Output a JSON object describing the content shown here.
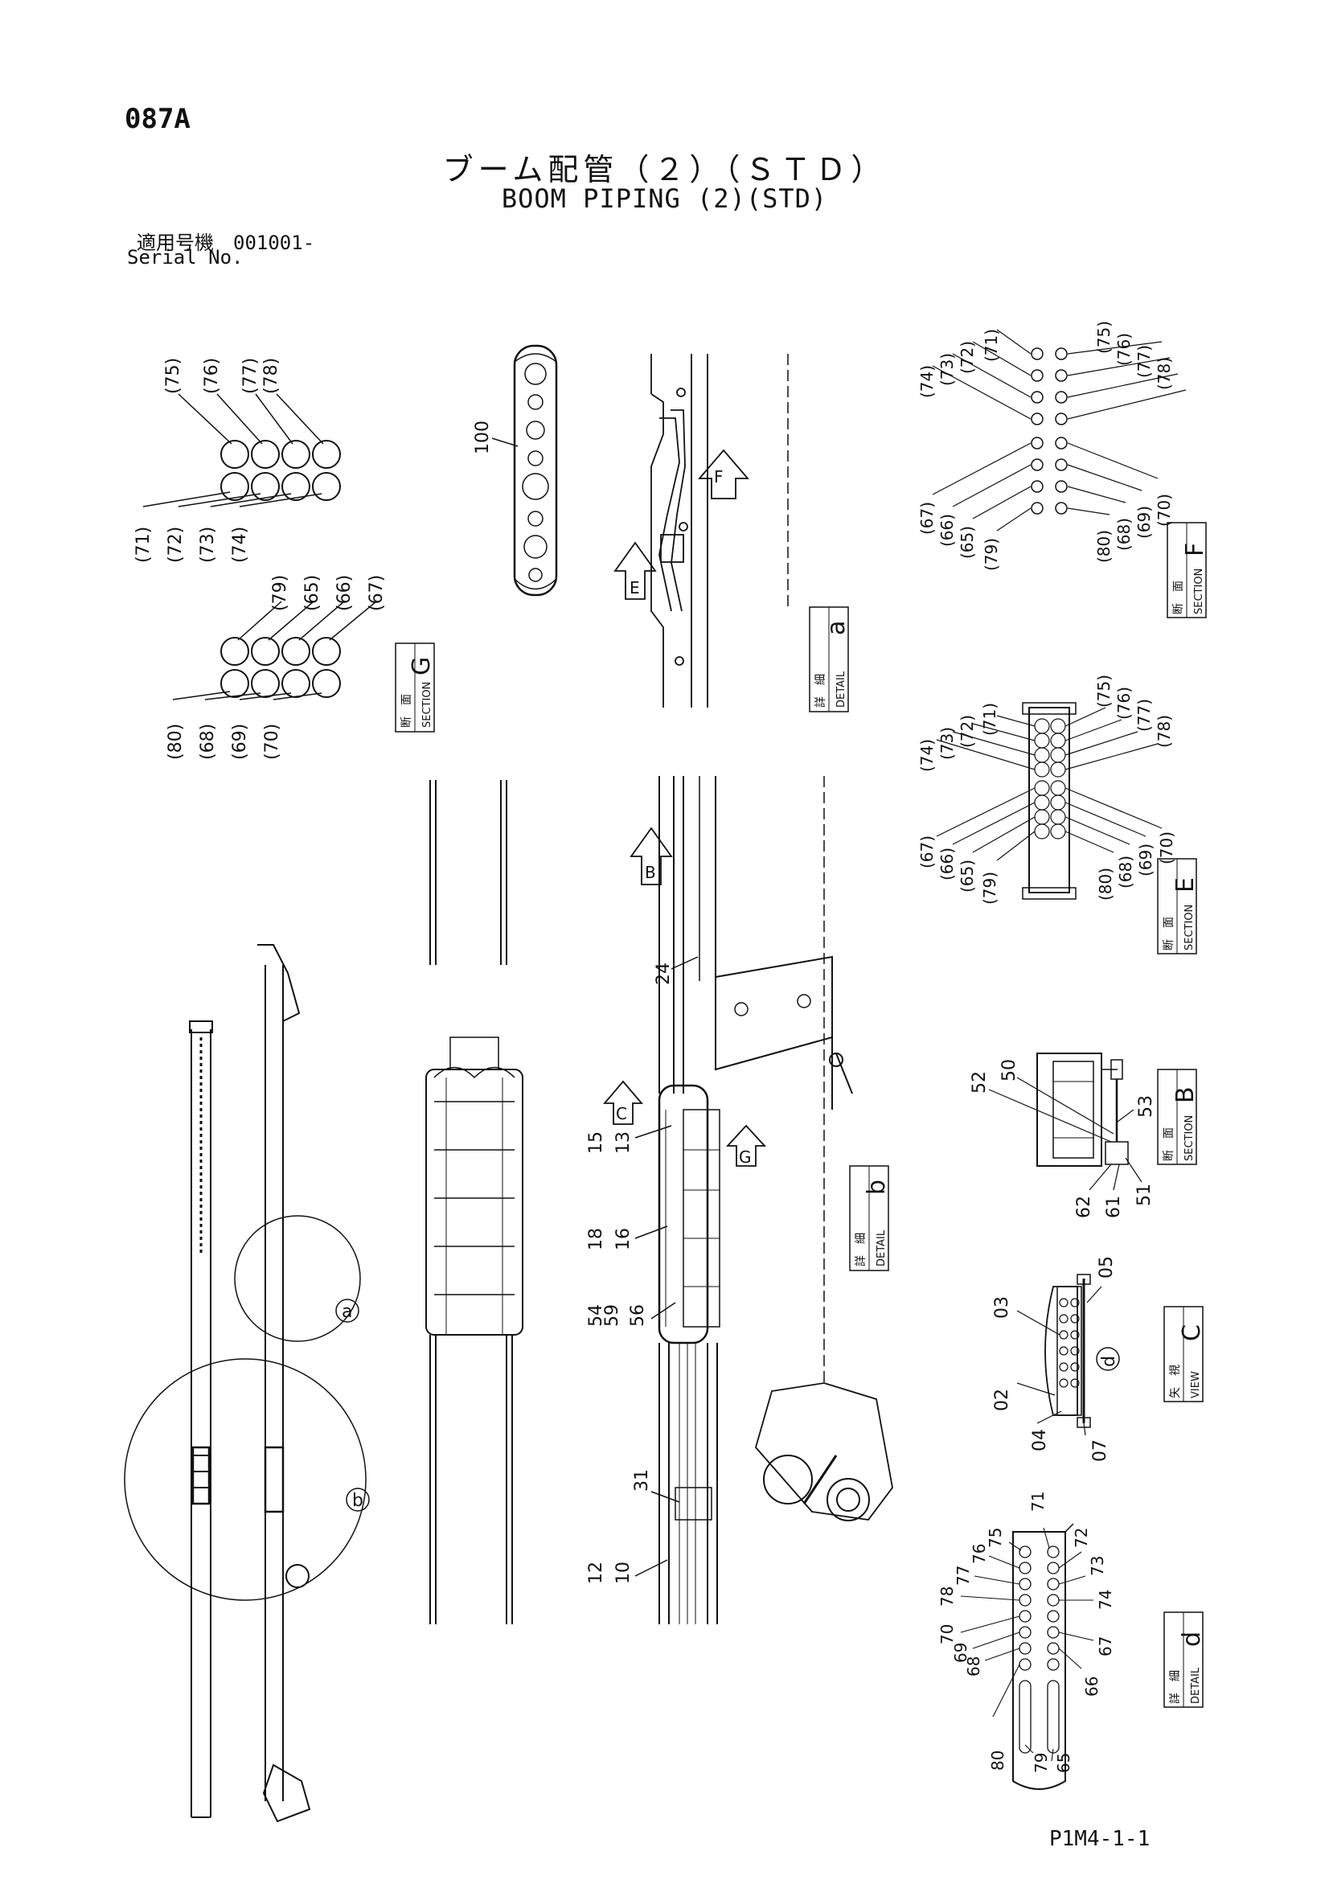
{
  "header": {
    "page_code": "087A",
    "title_jp": "ブーム配管（２）（ＳＴＤ）",
    "title_en": "BOOM PIPING (2)(STD)",
    "serial_jp": "適用号機　001001-",
    "serial_en": "Serial No."
  },
  "footer": {
    "page_ref": "P1M4-1-1"
  },
  "section_g": {
    "label_jp": "断　面",
    "label_en": "SECTION",
    "letter": "G",
    "top_callouts": [
      "(79)",
      "(65)",
      "(66)",
      "(67)"
    ],
    "bottom_callouts": [
      "(80)",
      "(68)",
      "(69)",
      "(70)"
    ]
  },
  "top_group": {
    "top_callouts": [
      "(75)",
      "(76)",
      "(77)",
      "(78)"
    ],
    "bottom_callouts": [
      "(71)",
      "(72)",
      "(73)",
      "(74)"
    ]
  },
  "detail_a": {
    "label_jp": "詳　細",
    "label_en": "DETAIL",
    "letter": "a",
    "item": "100"
  },
  "section_f": {
    "label_jp": "断　面",
    "label_en": "SECTION",
    "letter": "F",
    "upper_left": [
      "(74)",
      "(73)",
      "(72)",
      "(71)"
    ],
    "upper_right": [
      "(75)",
      "(76)",
      "(77)",
      "(78)"
    ],
    "lower_left": [
      "(67)",
      "(66)",
      "(65)",
      "(79)"
    ],
    "lower_right": [
      "(80)",
      "(68)",
      "(69)",
      "(70)"
    ]
  },
  "section_e": {
    "label_jp": "断　面",
    "label_en": "SECTION",
    "letter": "E",
    "upper_left": [
      "(74)",
      "(73)",
      "(72)",
      "(71)"
    ],
    "upper_right": [
      "(75)",
      "(76)",
      "(77)",
      "(78)"
    ],
    "lower_left": [
      "(67)",
      "(66)",
      "(65)",
      "(79)"
    ],
    "lower_right": [
      "(80)",
      "(68)",
      "(69)",
      "(70)"
    ]
  },
  "detail_b": {
    "label_jp": "詳　細",
    "label_en": "DETAIL",
    "letter": "b",
    "items": [
      "24",
      "15",
      "13",
      "18",
      "16",
      "54",
      "59",
      "56",
      "31",
      "12",
      "10"
    ]
  },
  "section_b": {
    "label_jp": "断　面",
    "label_en": "SECTION",
    "letter": "B",
    "items": [
      "52",
      "50",
      "53",
      "62",
      "61",
      "51"
    ]
  },
  "view_c": {
    "label_jp": "矢　視",
    "label_en": "VIEW",
    "letter": "C",
    "items": [
      "03",
      "05",
      "02",
      "04",
      "07"
    ],
    "detail_marker": "d"
  },
  "detail_d": {
    "label_jp": "詳　細",
    "label_en": "DETAIL",
    "letter": "d",
    "items": [
      "75",
      "71",
      "76",
      "72",
      "77",
      "73",
      "78",
      "74",
      "70",
      "67",
      "69",
      "68",
      "66",
      "80",
      "79",
      "65"
    ]
  },
  "overview": {
    "circle_labels": [
      "a",
      "b"
    ]
  },
  "arrow_markers": [
    "F",
    "E",
    "B",
    "C",
    "G"
  ]
}
